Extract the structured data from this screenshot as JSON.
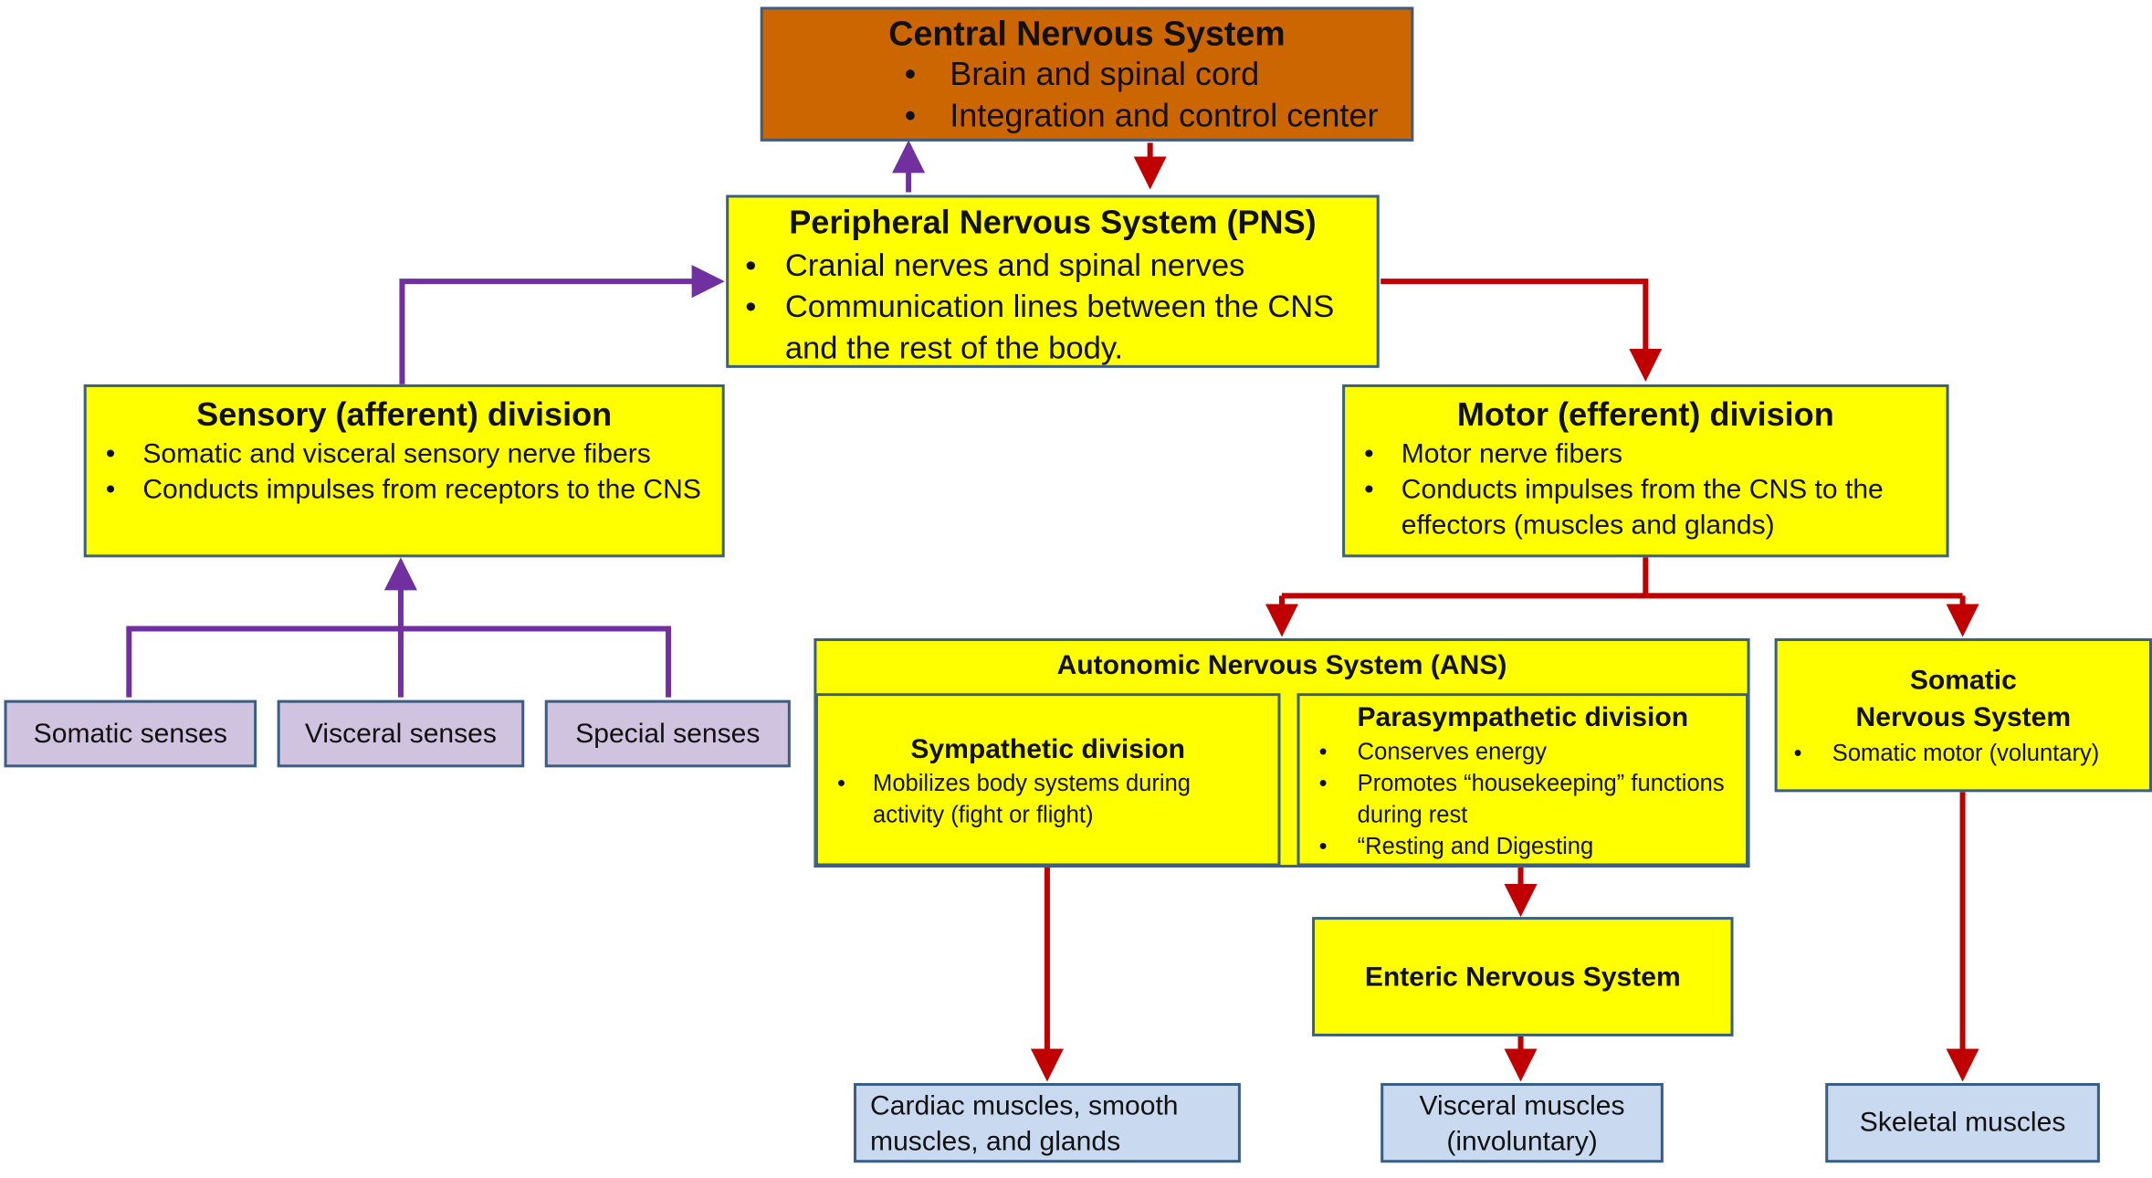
{
  "cns": {
    "title": "Central Nervous System",
    "items": [
      "Brain and spinal cord",
      "Integration and control center"
    ]
  },
  "pns": {
    "title": "Peripheral Nervous System (PNS)",
    "items": [
      "Cranial nerves and spinal nerves",
      "Communication lines between the CNS and the rest of the body."
    ]
  },
  "sensory": {
    "title": "Sensory (afferent) division",
    "items": [
      "Somatic and visceral sensory nerve fibers",
      "Conducts impulses from receptors to the CNS"
    ]
  },
  "motor": {
    "title": "Motor (efferent) division",
    "items": [
      "Motor nerve fibers",
      "Conducts impulses from the CNS to the effectors (muscles and glands)"
    ]
  },
  "senses": [
    "Somatic senses",
    "Visceral senses",
    "Special senses"
  ],
  "ans": {
    "title": "Autonomic Nervous System (ANS)"
  },
  "sympathetic": {
    "title": "Sympathetic division",
    "items": [
      "Mobilizes body systems during activity (fight or flight)"
    ]
  },
  "parasympathetic": {
    "title": "Parasympathetic division",
    "items": [
      "Conserves energy",
      "Promotes “housekeeping” functions during rest",
      "“Resting and Digesting"
    ]
  },
  "somatic_ns": {
    "title": "Somatic Nervous System",
    "items": [
      "Somatic motor (voluntary)"
    ]
  },
  "enteric": {
    "title": "Enteric Nervous System"
  },
  "effectors": {
    "cardiac": "Cardiac muscles, smooth muscles, and glands",
    "visceral": "Visceral muscles (involuntary)",
    "skeletal": "Skeletal muscles"
  },
  "colors": {
    "box_fill": "#ffff00",
    "cns_fill": "#cc6600",
    "senses_fill": "#cfc3df",
    "effector_fill": "#c9daf0",
    "border": "#3a5f87",
    "sensory_arrow": "#7030a0",
    "motor_arrow": "#c00000"
  }
}
